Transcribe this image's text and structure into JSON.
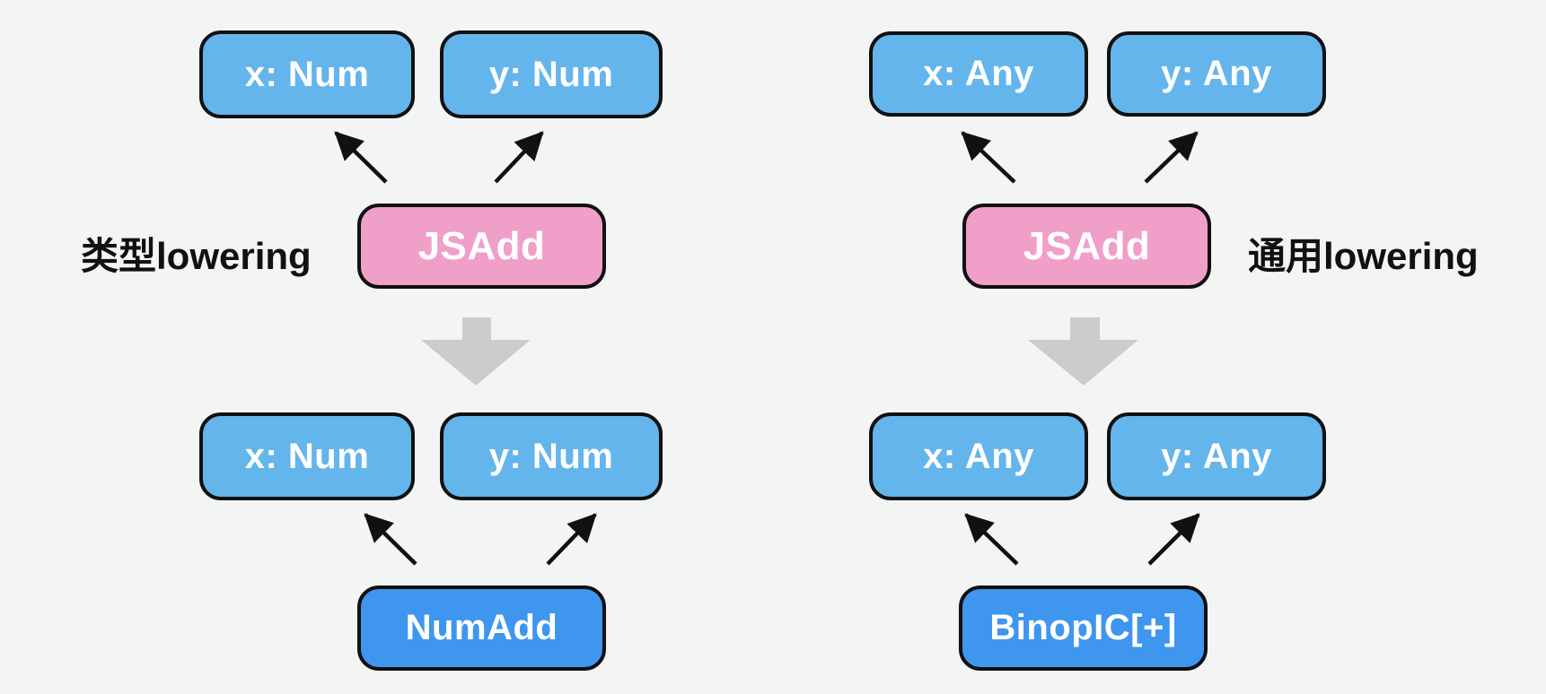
{
  "colors": {
    "background": "#f3f4f4",
    "operand_box": "#64b5ec",
    "js_op_box": "#f09fc9",
    "lowered_box": "#3f96ef",
    "box_border": "#111111",
    "box_text": "#ffffff",
    "edge_arrow": "#111111",
    "big_down_arrow": "#cccccc",
    "label_text": "#111111"
  },
  "left_diagram": {
    "label": "类型lowering",
    "before": {
      "operands": [
        "x: Num",
        "y: Num"
      ],
      "op": "JSAdd"
    },
    "after": {
      "operands": [
        "x: Num",
        "y: Num"
      ],
      "op": "NumAdd"
    }
  },
  "right_diagram": {
    "label": "通用lowering",
    "before": {
      "operands": [
        "x: Any",
        "y: Any"
      ],
      "op": "JSAdd"
    },
    "after": {
      "operands": [
        "x: Any",
        "y: Any"
      ],
      "op": "BinopIC[+]"
    }
  }
}
